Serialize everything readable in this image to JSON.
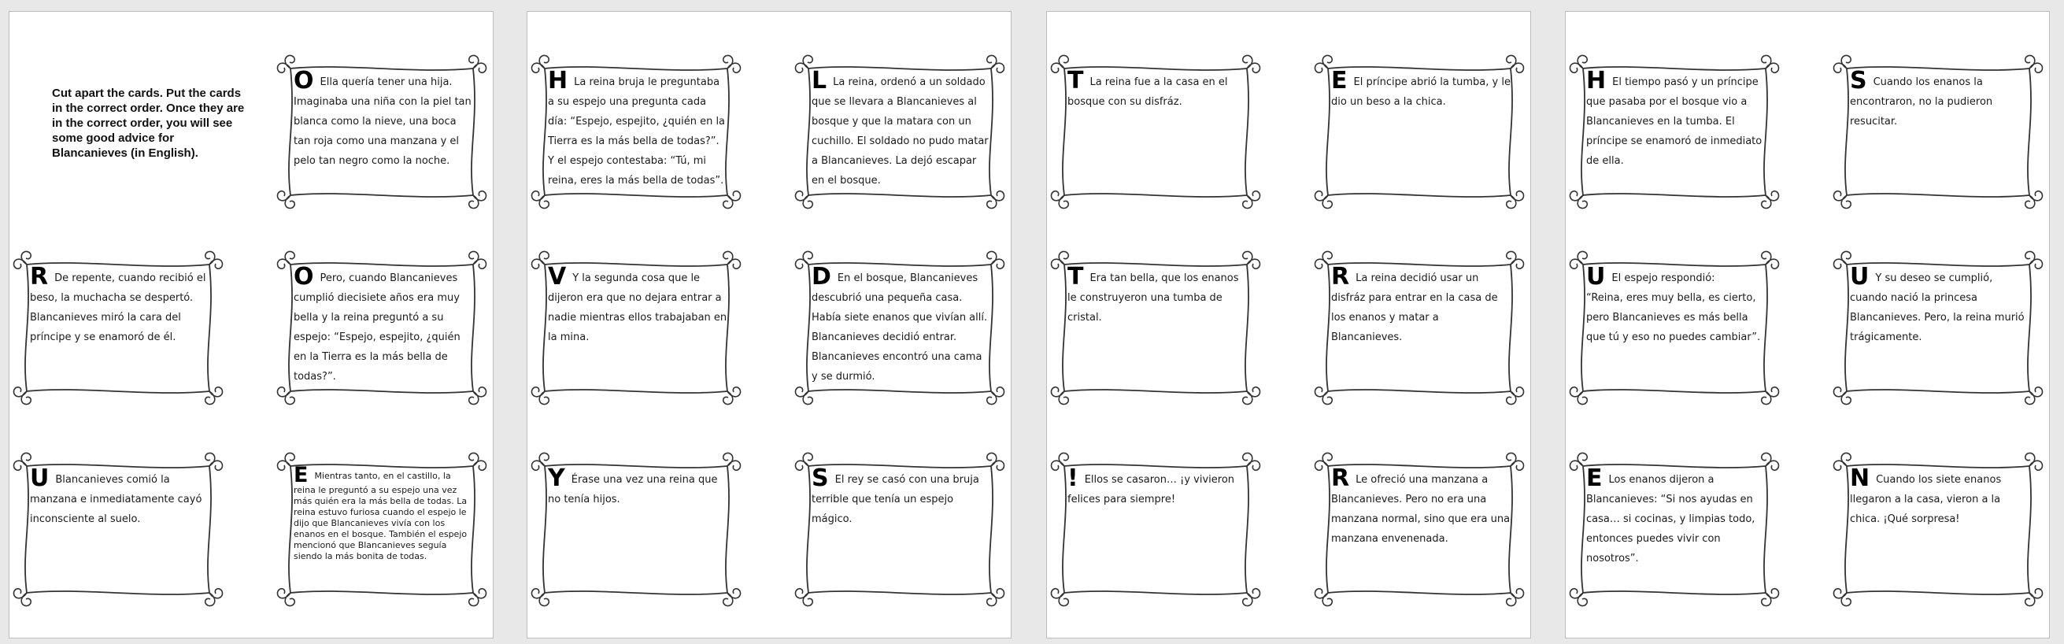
{
  "instructions": "Cut apart the cards. Put the cards in the correct order. Once they are in the correct order, you will see some good advice for Blancanieves (in English).",
  "cards": [
    {
      "letter": "O",
      "text": "Ella quería tener una hija. Imaginaba una niña con la piel tan blanca como la nieve, una boca tan roja como una manzana y el pelo tan negro como la noche."
    },
    {
      "letter": "R",
      "text": "De repente, cuando recibió el beso, la muchacha se despertó. Blancanieves miró la cara del príncipe y se enamoró de él."
    },
    {
      "letter": "O",
      "text": "Pero, cuando Blancanieves cumplió diecisiete años era muy bella y la reina preguntó a su espejo: “Espejo, espejito, ¿quién en la Tierra es la más bella de todas?”."
    },
    {
      "letter": "U",
      "text": "Blancanieves comió la manzana e inmediatamente cayó inconsciente al suelo."
    },
    {
      "letter": "E",
      "text": "Mientras tanto, en el castillo, la reina le preguntó a su espejo una vez más quién era la más bella de todas. La reina estuvo furiosa cuando el espejo le dijo que Blancanieves vivía con los enanos en el bosque. También el espejo mencionó que Blancanieves seguía siendo la más bonita de todas."
    },
    {
      "letter": "H",
      "text": "La reina bruja le preguntaba a su espejo una pregunta cada día: “Espejo, espejito, ¿quién en la Tierra es la más bella de todas?”.\nY el espejo contestaba: “Tú, mi reina, eres la más bella de todas”."
    },
    {
      "letter": "L",
      "text": "La reina, ordenó a un soldado que se llevara a Blancanieves al bosque y que la matara con un cuchillo. El soldado no pudo matar a Blancanieves. La dejó escapar en el bosque."
    },
    {
      "letter": "V",
      "text": "Y la segunda cosa que le dijeron era que no dejara entrar a nadie mientras ellos trabajaban en la mina."
    },
    {
      "letter": "D",
      "text": "En el bosque, Blancanieves descubrió una pequeña casa. Había siete enanos que vivían allí. Blancanieves decidió entrar. Blancanieves encontró una cama y se durmió."
    },
    {
      "letter": "Y",
      "text": "Érase una vez una reina que no tenía hijos."
    },
    {
      "letter": "S",
      "text": "El rey se casó con una bruja terrible que tenía un espejo mágico."
    },
    {
      "letter": "T",
      "text": "La reina fue a la casa en el bosque con su disfráz."
    },
    {
      "letter": "E",
      "text": "El príncipe abrió la tumba, y le dio un beso a la chica."
    },
    {
      "letter": "T",
      "text": "Era tan bella, que los enanos le construyeron una tumba de cristal."
    },
    {
      "letter": "R",
      "text": "La reina decidió usar un disfráz para entrar en la casa de los enanos y matar a Blancanieves."
    },
    {
      "letter": "!",
      "text": "Ellos se casaron… ¡y vivieron felices para siempre!"
    },
    {
      "letter": "R",
      "text": "Le ofreció una manzana a Blancanieves. Pero no era una manzana normal, sino  que era una manzana envenenada."
    },
    {
      "letter": "H",
      "text": "El tiempo pasó y un príncipe que pasaba por el bosque vio a Blancanieves en la tumba. El príncipe se enamoró de inmediato de ella."
    },
    {
      "letter": "S",
      "text": "Cuando los enanos la encontraron, no la pudieron resucitar."
    },
    {
      "letter": "U",
      "text": "El espejo respondió:\n“Reina, eres muy bella, es cierto, pero Blancanieves es más bella que tú y eso no puedes cambiar”."
    },
    {
      "letter": "U",
      "text": "Y su deseo se cumplió, cuando nació la princesa Blancanieves. Pero, la reina murió trágicamente."
    },
    {
      "letter": "E",
      "text": "Los enanos dijeron a Blancanieves: “Si nos ayudas en casa… si cocinas, y limpias todo, entonces puedes vivir con nosotros”."
    },
    {
      "letter": "N",
      "text": "Cuando los siete enanos llegaron a la casa, vieron a la chica. ¡Qué sorpresa!"
    }
  ]
}
